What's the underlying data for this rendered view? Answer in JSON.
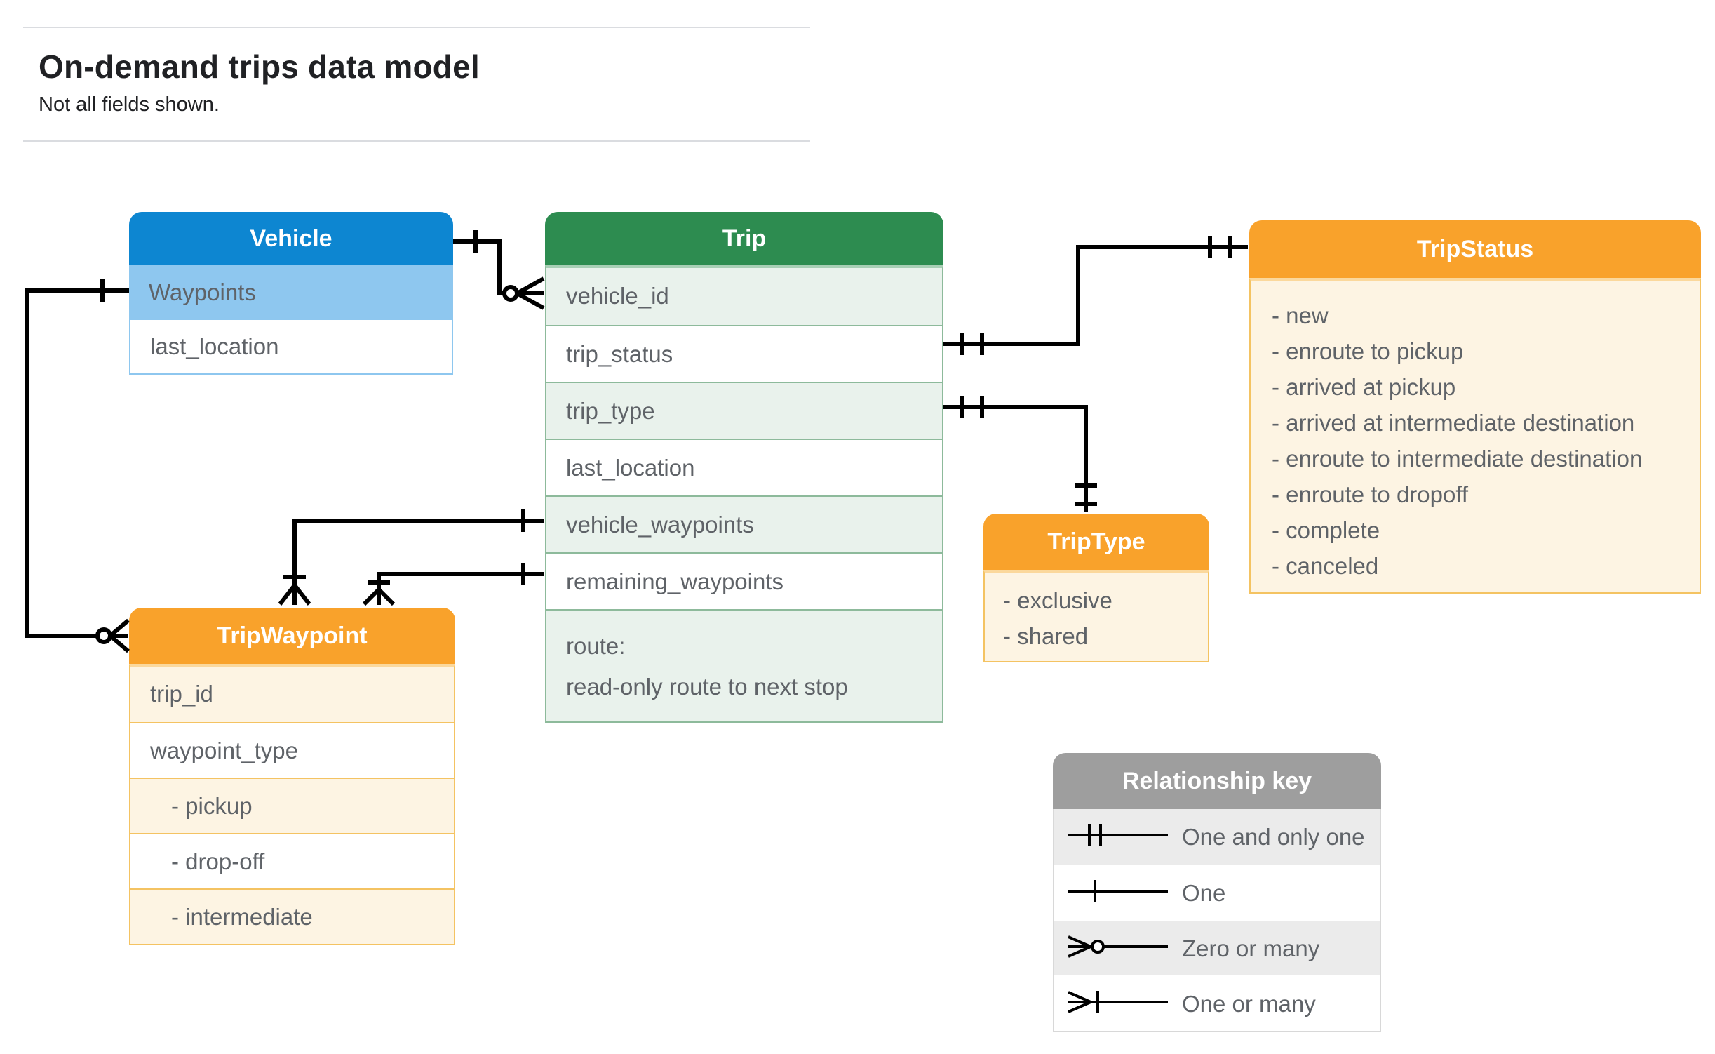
{
  "page": {
    "title": "On-demand trips data model",
    "subtitle": "Not all fields shown."
  },
  "entities": {
    "vehicle": {
      "title": "Vehicle",
      "rows": [
        "Waypoints",
        "last_location"
      ]
    },
    "trip": {
      "title": "Trip",
      "rows": [
        "vehicle_id",
        "trip_status",
        "trip_type",
        "last_location",
        "vehicle_waypoints",
        "remaining_waypoints"
      ],
      "route": [
        "route:",
        "read-only route to next stop"
      ]
    },
    "trip_status": {
      "title": "TripStatus",
      "items": [
        "- new",
        "- enroute to pickup",
        "- arrived at pickup",
        "- arrived at intermediate destination",
        "- enroute to intermediate destination",
        "- enroute to dropoff",
        "- complete",
        "- canceled"
      ]
    },
    "trip_type": {
      "title": "TripType",
      "items": [
        "- exclusive",
        "- shared"
      ]
    },
    "trip_waypoint": {
      "title": "TripWaypoint",
      "rows": [
        "trip_id",
        "waypoint_type",
        "- pickup",
        "- drop-off",
        "- intermediate"
      ]
    }
  },
  "relationships": [
    {
      "from": "Vehicle",
      "to": "Trip.vehicle_id",
      "from_cardinality": "one",
      "to_cardinality": "zero-or-many"
    },
    {
      "from": "Vehicle.Waypoints",
      "to": "TripWaypoint",
      "from_cardinality": "one",
      "to_cardinality": "zero-or-many"
    },
    {
      "from": "Trip.trip_status",
      "to": "TripStatus",
      "from_cardinality": "one-and-only-one",
      "to_cardinality": "one-and-only-one"
    },
    {
      "from": "Trip.trip_type",
      "to": "TripType",
      "from_cardinality": "one-and-only-one",
      "to_cardinality": "one-and-only-one"
    },
    {
      "from": "Trip.vehicle_waypoints",
      "to": "TripWaypoint",
      "from_cardinality": "one",
      "to_cardinality": "one-or-many"
    },
    {
      "from": "Trip.remaining_waypoints",
      "to": "TripWaypoint",
      "from_cardinality": "one",
      "to_cardinality": "one-or-many"
    }
  ],
  "legend": {
    "title": "Relationship key",
    "rows": [
      {
        "symbol": "one-and-only-one",
        "label": "One and only one"
      },
      {
        "symbol": "one",
        "label": "One"
      },
      {
        "symbol": "zero-or-many",
        "label": "Zero or many"
      },
      {
        "symbol": "one-or-many",
        "label": "One or many"
      }
    ]
  },
  "colors": {
    "vehicle_header": "#0d86d1",
    "vehicle_highlight_row": "#8ec7ef",
    "trip_header": "#2d8c50",
    "trip_row_alt": "#e9f2ec",
    "trip_border": "#8dba9b",
    "orange_header": "#f9a22b",
    "orange_row": "#fdf4e3",
    "orange_border": "#f4c362",
    "legend_header": "#9e9e9e",
    "legend_row_alt": "#ebebeb",
    "row_text": "#5f6368",
    "title_text": "#202124",
    "connector_line": "#000000",
    "divider": "#dadce0"
  }
}
